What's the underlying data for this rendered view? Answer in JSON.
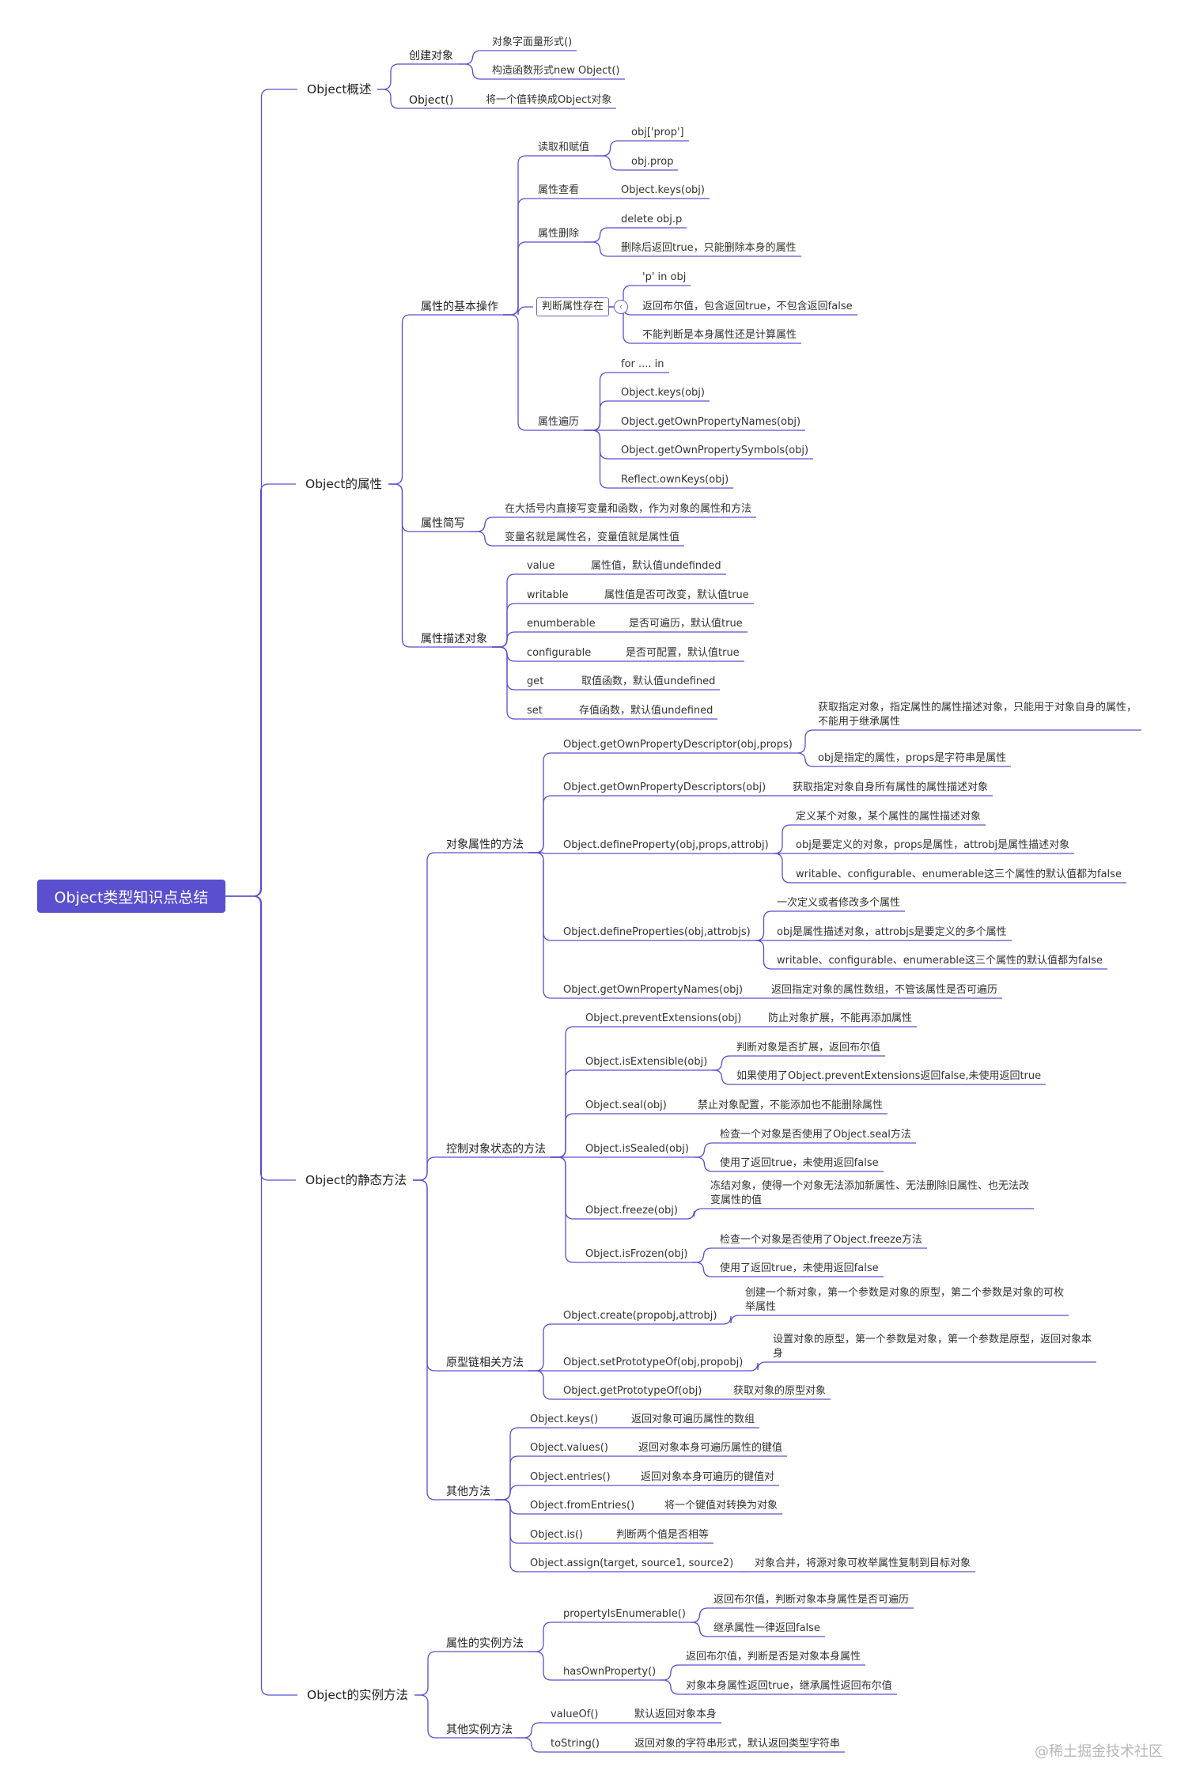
{
  "colors": {
    "line": "#5a4fcf",
    "root_bg": "#5a4fcf",
    "text": "#333333"
  },
  "root": "Object类型知识点总结",
  "toggle_symbol": "‹",
  "watermark": "@稀土掘金技术社区",
  "nodes": [
    {
      "id": "overview",
      "parent": "root",
      "label": "Object概述",
      "level": 1
    },
    {
      "id": "create",
      "parent": "overview",
      "label": "创建对象",
      "level": 2
    },
    {
      "id": "c1",
      "parent": "create",
      "label": "对象字面量形式()"
    },
    {
      "id": "c2",
      "parent": "create",
      "label": "构造函数形式new Object()"
    },
    {
      "id": "objfn",
      "parent": "overview",
      "label": "Object()",
      "level": 2
    },
    {
      "id": "objfn1",
      "parent": "objfn",
      "label": "将一个值转换成Object对象"
    },
    {
      "id": "props",
      "parent": "root",
      "label": "Object的属性",
      "level": 1
    },
    {
      "id": "basic",
      "parent": "props",
      "label": "属性的基本操作",
      "level": 2
    },
    {
      "id": "rw",
      "parent": "basic",
      "label": "读取和赋值"
    },
    {
      "id": "rw1",
      "parent": "rw",
      "label": "obj['prop']"
    },
    {
      "id": "rw2",
      "parent": "rw",
      "label": "obj.prop"
    },
    {
      "id": "view",
      "parent": "basic",
      "label": "属性查看"
    },
    {
      "id": "view1",
      "parent": "view",
      "label": "Object.keys(obj)"
    },
    {
      "id": "del",
      "parent": "basic",
      "label": "属性删除"
    },
    {
      "id": "del1",
      "parent": "del",
      "label": "delete  obj.p"
    },
    {
      "id": "del2",
      "parent": "del",
      "label": "删除后返回true，只能删除本身的属性"
    },
    {
      "id": "exist",
      "parent": "basic",
      "label": "判断属性存在",
      "boxed": true
    },
    {
      "id": "ex1",
      "parent": "exist",
      "label": "'p' in obj"
    },
    {
      "id": "ex2",
      "parent": "exist",
      "label": "返回布尔值，包含返回true，不包含返回false"
    },
    {
      "id": "ex3",
      "parent": "exist",
      "label": "不能判断是本身属性还是计算属性"
    },
    {
      "id": "iter",
      "parent": "basic",
      "label": "属性遍历"
    },
    {
      "id": "it1",
      "parent": "iter",
      "label": "for .... in"
    },
    {
      "id": "it2",
      "parent": "iter",
      "label": "Object.keys(obj)"
    },
    {
      "id": "it3",
      "parent": "iter",
      "label": "Object.getOwnPropertyNames(obj)"
    },
    {
      "id": "it4",
      "parent": "iter",
      "label": "Object.getOwnPropertySymbols(obj)"
    },
    {
      "id": "it5",
      "parent": "iter",
      "label": "Reflect.ownKeys(obj)"
    },
    {
      "id": "short",
      "parent": "props",
      "label": "属性简写",
      "level": 2
    },
    {
      "id": "sh1",
      "parent": "short",
      "label": "在大括号内直接写变量和函数，作为对象的属性和方法"
    },
    {
      "id": "sh2",
      "parent": "short",
      "label": "变量名就是属性名，变量值就是属性值"
    },
    {
      "id": "desc",
      "parent": "props",
      "label": "属性描述对象",
      "level": 2
    },
    {
      "id": "d1",
      "parent": "desc",
      "label": "value"
    },
    {
      "id": "d1a",
      "parent": "d1",
      "label": "属性值，默认值undefinded"
    },
    {
      "id": "d2",
      "parent": "desc",
      "label": "writable"
    },
    {
      "id": "d2a",
      "parent": "d2",
      "label": "属性值是否可改变，默认值true"
    },
    {
      "id": "d3",
      "parent": "desc",
      "label": "enumberable"
    },
    {
      "id": "d3a",
      "parent": "d3",
      "label": "是否可遍历，默认值true"
    },
    {
      "id": "d4",
      "parent": "desc",
      "label": "configurable"
    },
    {
      "id": "d4a",
      "parent": "d4",
      "label": "是否可配置，默认值true"
    },
    {
      "id": "d5",
      "parent": "desc",
      "label": "get"
    },
    {
      "id": "d5a",
      "parent": "d5",
      "label": "取值函数，默认值undefined"
    },
    {
      "id": "d6",
      "parent": "desc",
      "label": "set"
    },
    {
      "id": "d6a",
      "parent": "d6",
      "label": "存值函数，默认值undefined"
    },
    {
      "id": "static",
      "parent": "root",
      "label": "Object的静态方法",
      "level": 1
    },
    {
      "id": "opm",
      "parent": "static",
      "label": "对象属性的方法",
      "level": 2
    },
    {
      "id": "o1",
      "parent": "opm",
      "label": "Object.getOwnPropertyDescriptor(obj,props)"
    },
    {
      "id": "o1a",
      "parent": "o1",
      "label": "获取指定对象，指定属性的属性描述对象，只能用于对象自身的属性，\n不能用于继承属性"
    },
    {
      "id": "o1b",
      "parent": "o1",
      "label": "obj是指定的属性，props是字符串是属性"
    },
    {
      "id": "o2",
      "parent": "opm",
      "label": "Object.getOwnPropertyDescriptors(obj)"
    },
    {
      "id": "o2a",
      "parent": "o2",
      "label": "获取指定对象自身所有属性的属性描述对象"
    },
    {
      "id": "o3",
      "parent": "opm",
      "label": "Object.defineProperty(obj,props,attrobj)"
    },
    {
      "id": "o3a",
      "parent": "o3",
      "label": "定义某个对象，某个属性的属性描述对象"
    },
    {
      "id": "o3b",
      "parent": "o3",
      "label": "obj是要定义的对象，props是属性，attrobj是属性描述对象"
    },
    {
      "id": "o3c",
      "parent": "o3",
      "label": "writable、configurable、enumerable这三个属性的默认值都为false"
    },
    {
      "id": "o4",
      "parent": "opm",
      "label": "Object.defineProperties(obj,attrobjs)"
    },
    {
      "id": "o4a",
      "parent": "o4",
      "label": "一次定义或者修改多个属性"
    },
    {
      "id": "o4b",
      "parent": "o4",
      "label": "obj是属性描述对象，attrobjs是要定义的多个属性"
    },
    {
      "id": "o4c",
      "parent": "o4",
      "label": "writable、configurable、enumerable这三个属性的默认值都为false"
    },
    {
      "id": "o5",
      "parent": "opm",
      "label": "Object.getOwnPropertyNames(obj)"
    },
    {
      "id": "o5a",
      "parent": "o5",
      "label": "返回指定对象的属性数组，不管该属性是否可遍历"
    },
    {
      "id": "csm",
      "parent": "static",
      "label": "控制对象状态的方法",
      "level": 2
    },
    {
      "id": "s1",
      "parent": "csm",
      "label": "Object.preventExtensions(obj)"
    },
    {
      "id": "s1a",
      "parent": "s1",
      "label": "防止对象扩展，不能再添加属性"
    },
    {
      "id": "s2",
      "parent": "csm",
      "label": "Object.isExtensible(obj)"
    },
    {
      "id": "s2a",
      "parent": "s2",
      "label": "判断对象是否扩展，返回布尔值"
    },
    {
      "id": "s2b",
      "parent": "s2",
      "label": "如果使用了Object.preventExtensions返回false,未使用返回true"
    },
    {
      "id": "s3",
      "parent": "csm",
      "label": "Object.seal(obj)"
    },
    {
      "id": "s3a",
      "parent": "s3",
      "label": "禁止对象配置，不能添加也不能删除属性"
    },
    {
      "id": "s4",
      "parent": "csm",
      "label": "Object.isSealed(obj)"
    },
    {
      "id": "s4a",
      "parent": "s4",
      "label": "检查一个对象是否使用了Object.seal方法"
    },
    {
      "id": "s4b",
      "parent": "s4",
      "label": "使用了返回true，未使用返回false"
    },
    {
      "id": "s5",
      "parent": "csm",
      "label": "Object.freeze(obj)"
    },
    {
      "id": "s5a",
      "parent": "s5",
      "label": "冻结对象，使得一个对象无法添加新属性、无法删除旧属性、也无法改\n变属性的值"
    },
    {
      "id": "s6",
      "parent": "csm",
      "label": "Object.isFrozen(obj)"
    },
    {
      "id": "s6a",
      "parent": "s6",
      "label": "检查一个对象是否使用了Object.freeze方法"
    },
    {
      "id": "s6b",
      "parent": "s6",
      "label": "使用了返回true，未使用返回false"
    },
    {
      "id": "proto",
      "parent": "static",
      "label": "原型链相关方法",
      "level": 2
    },
    {
      "id": "p1",
      "parent": "proto",
      "label": "Object.create(propobj,attrobj)"
    },
    {
      "id": "p1a",
      "parent": "p1",
      "label": "创建一个新对象，第一个参数是对象的原型，第二个参数是对象的可枚\n举属性"
    },
    {
      "id": "p2",
      "parent": "proto",
      "label": "Object.setPrototypeOf(obj,propobj)"
    },
    {
      "id": "p2a",
      "parent": "p2",
      "label": "设置对象的原型，第一个参数是对象，第一个参数是原型，返回对象本\n身"
    },
    {
      "id": "p3",
      "parent": "proto",
      "label": "Object.getPrototypeOf(obj)"
    },
    {
      "id": "p3a",
      "parent": "p3",
      "label": "获取对象的原型对象"
    },
    {
      "id": "other",
      "parent": "static",
      "label": "其他方法",
      "level": 2
    },
    {
      "id": "ot1",
      "parent": "other",
      "label": "Object.keys()"
    },
    {
      "id": "ot1a",
      "parent": "ot1",
      "label": "返回对象可遍历属性的数组"
    },
    {
      "id": "ot2",
      "parent": "other",
      "label": "Object.values()"
    },
    {
      "id": "ot2a",
      "parent": "ot2",
      "label": "返回对象本身可遍历属性的键值"
    },
    {
      "id": "ot3",
      "parent": "other",
      "label": "Object.entries()"
    },
    {
      "id": "ot3a",
      "parent": "ot3",
      "label": "返回对象本身可遍历的键值对"
    },
    {
      "id": "ot4",
      "parent": "other",
      "label": "Object.fromEntries()"
    },
    {
      "id": "ot4a",
      "parent": "ot4",
      "label": "将一个键值对转换为对象"
    },
    {
      "id": "ot5",
      "parent": "other",
      "label": "Object.is()"
    },
    {
      "id": "ot5a",
      "parent": "ot5",
      "label": "判断两个值是否相等"
    },
    {
      "id": "ot6",
      "parent": "other",
      "label": "Object.assign(target, source1, source2)"
    },
    {
      "id": "ot6a",
      "parent": "ot6",
      "label": "对象合并，将源对象可枚举属性复制到目标对象"
    },
    {
      "id": "inst",
      "parent": "root",
      "label": "Object的实例方法",
      "level": 1
    },
    {
      "id": "ipm",
      "parent": "inst",
      "label": "属性的实例方法",
      "level": 2
    },
    {
      "id": "i1",
      "parent": "ipm",
      "label": "propertyIsEnumerable()"
    },
    {
      "id": "i1a",
      "parent": "i1",
      "label": "返回布尔值，判断对象本身属性是否可遍历"
    },
    {
      "id": "i1b",
      "parent": "i1",
      "label": "继承属性一律返回false"
    },
    {
      "id": "i2",
      "parent": "ipm",
      "label": "hasOwnProperty()"
    },
    {
      "id": "i2a",
      "parent": "i2",
      "label": "返回布尔值，判断是否是对象本身属性"
    },
    {
      "id": "i2b",
      "parent": "i2",
      "label": "对象本身属性返回true，继承属性返回布尔值"
    },
    {
      "id": "oim",
      "parent": "inst",
      "label": "其他实例方法",
      "level": 2
    },
    {
      "id": "oi1",
      "parent": "oim",
      "label": "valueOf()"
    },
    {
      "id": "oi1a",
      "parent": "oi1",
      "label": "默认返回对象本身"
    },
    {
      "id": "oi2",
      "parent": "oim",
      "label": "toString()"
    },
    {
      "id": "oi2a",
      "parent": "oi2",
      "label": "返回对象的字符串形式，默认返回类型字符串"
    }
  ]
}
